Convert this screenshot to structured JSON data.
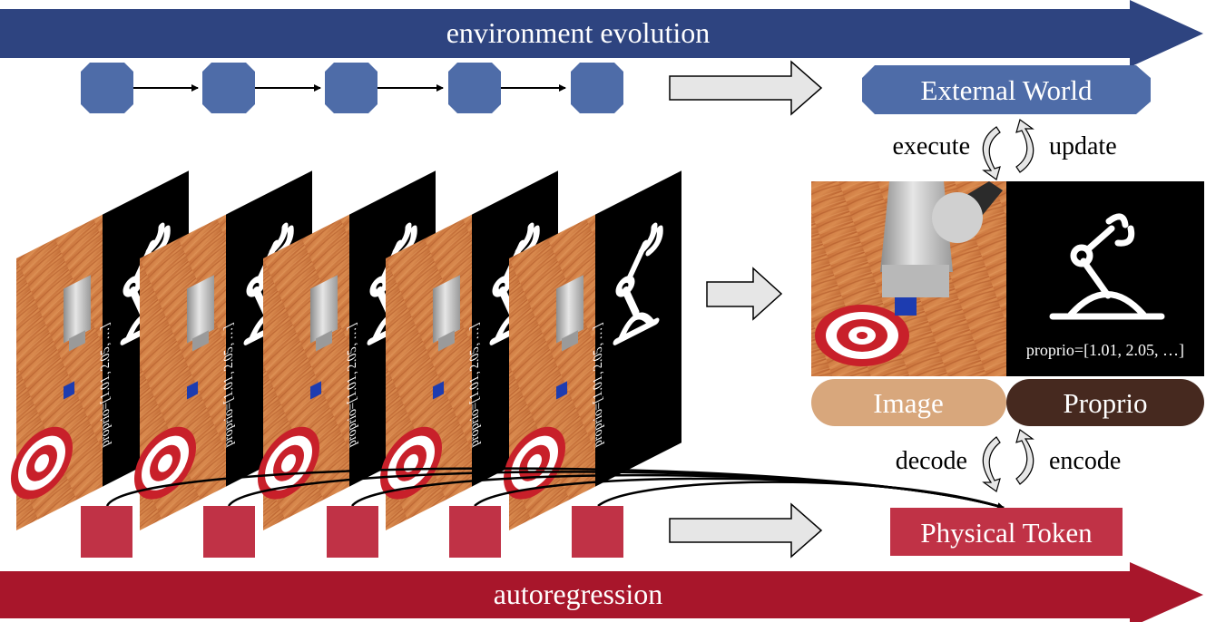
{
  "banners": {
    "top": {
      "label": "environment evolution",
      "color": "#2e4480"
    },
    "bottom": {
      "label": "autoregression",
      "color": "#a8162b"
    }
  },
  "world": {
    "label": "External World",
    "state_color": "#4e6ca8",
    "state_count": 5
  },
  "loop_top": {
    "left": "execute",
    "right": "update"
  },
  "loop_bottom": {
    "left": "decode",
    "right": "encode"
  },
  "observation": {
    "proprio_text": "proprio=[1.01, 2.05, …]",
    "frame_text": "proprio=[1.01, 2.05, …]",
    "frame_count": 5
  },
  "modalities": {
    "image": {
      "label": "Image",
      "color": "#d8a77c"
    },
    "proprio": {
      "label": "Proprio",
      "color": "#46291f"
    }
  },
  "tokens": {
    "label": "Physical Token",
    "color": "#c03246",
    "count": 5
  }
}
